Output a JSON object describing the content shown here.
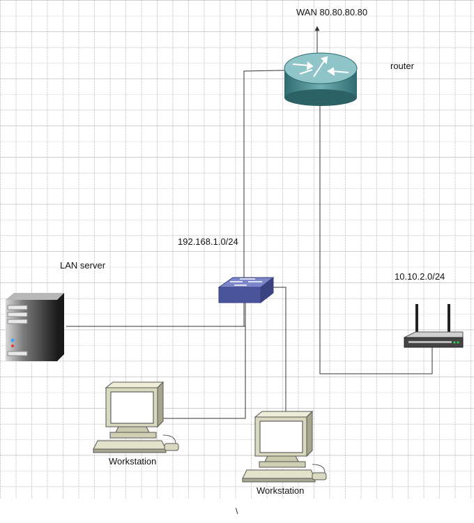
{
  "labels": {
    "wan": "WAN 80.80.80.80",
    "router": "router",
    "lan_subnet": "192.168.1.0/24",
    "lan_server": "LAN server",
    "wifi_subnet": "10.10.2.0/24",
    "workstation_1": "Workstation",
    "workstation_2": "Workstation",
    "stray_mark": "\\"
  },
  "nodes": [
    {
      "id": "router",
      "kind": "router",
      "icon": "router-icon"
    },
    {
      "id": "switch",
      "kind": "switch",
      "icon": "switch-icon"
    },
    {
      "id": "lan-server",
      "kind": "server",
      "icon": "server-icon"
    },
    {
      "id": "wireless-ap",
      "kind": "wireless-access-point",
      "icon": "wireless-router-icon"
    },
    {
      "id": "workstation-1",
      "kind": "workstation",
      "icon": "workstation-icon"
    },
    {
      "id": "workstation-2",
      "kind": "workstation",
      "icon": "workstation-icon"
    }
  ],
  "links": [
    {
      "from": "router",
      "to": "wan"
    },
    {
      "from": "router",
      "to": "switch"
    },
    {
      "from": "lan-server",
      "to": "switch"
    },
    {
      "from": "switch",
      "to": "workstation-1"
    },
    {
      "from": "switch",
      "to": "workstation-2"
    },
    {
      "from": "wireless-ap",
      "to": "router"
    }
  ],
  "colors": {
    "router": "#4d8f95",
    "switch": "#5560a8",
    "line": "#333333",
    "monitor": "#d9d9bf"
  }
}
